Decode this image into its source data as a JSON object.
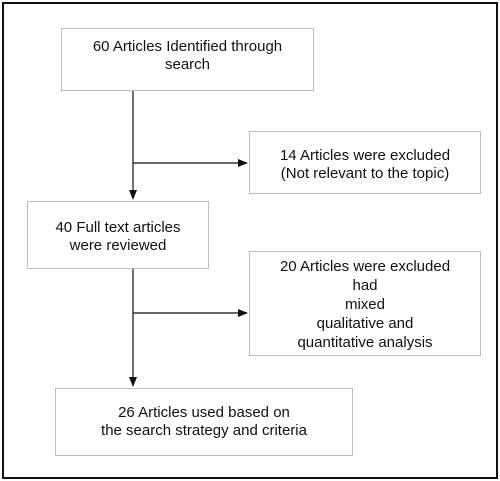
{
  "flowchart": {
    "identified": {
      "lines": [
        "60 Articles Identified through",
        "search"
      ]
    },
    "excluded_1": {
      "lines": [
        "14 Articles were excluded",
        "(Not relevant to the topic)"
      ]
    },
    "reviewed": {
      "lines": [
        "40 Full text articles",
        "were reviewed"
      ]
    },
    "excluded_2": {
      "lines": [
        "20 Articles were excluded",
        "had",
        "mixed",
        "qualitative and",
        "quantitative analysis"
      ]
    },
    "included": {
      "lines": [
        "26 Articles  used based on",
        "the search strategy and criteria"
      ]
    }
  },
  "colors": {
    "border": "#111111",
    "box_border": "#bdbdbd",
    "arrow": "#111111"
  }
}
